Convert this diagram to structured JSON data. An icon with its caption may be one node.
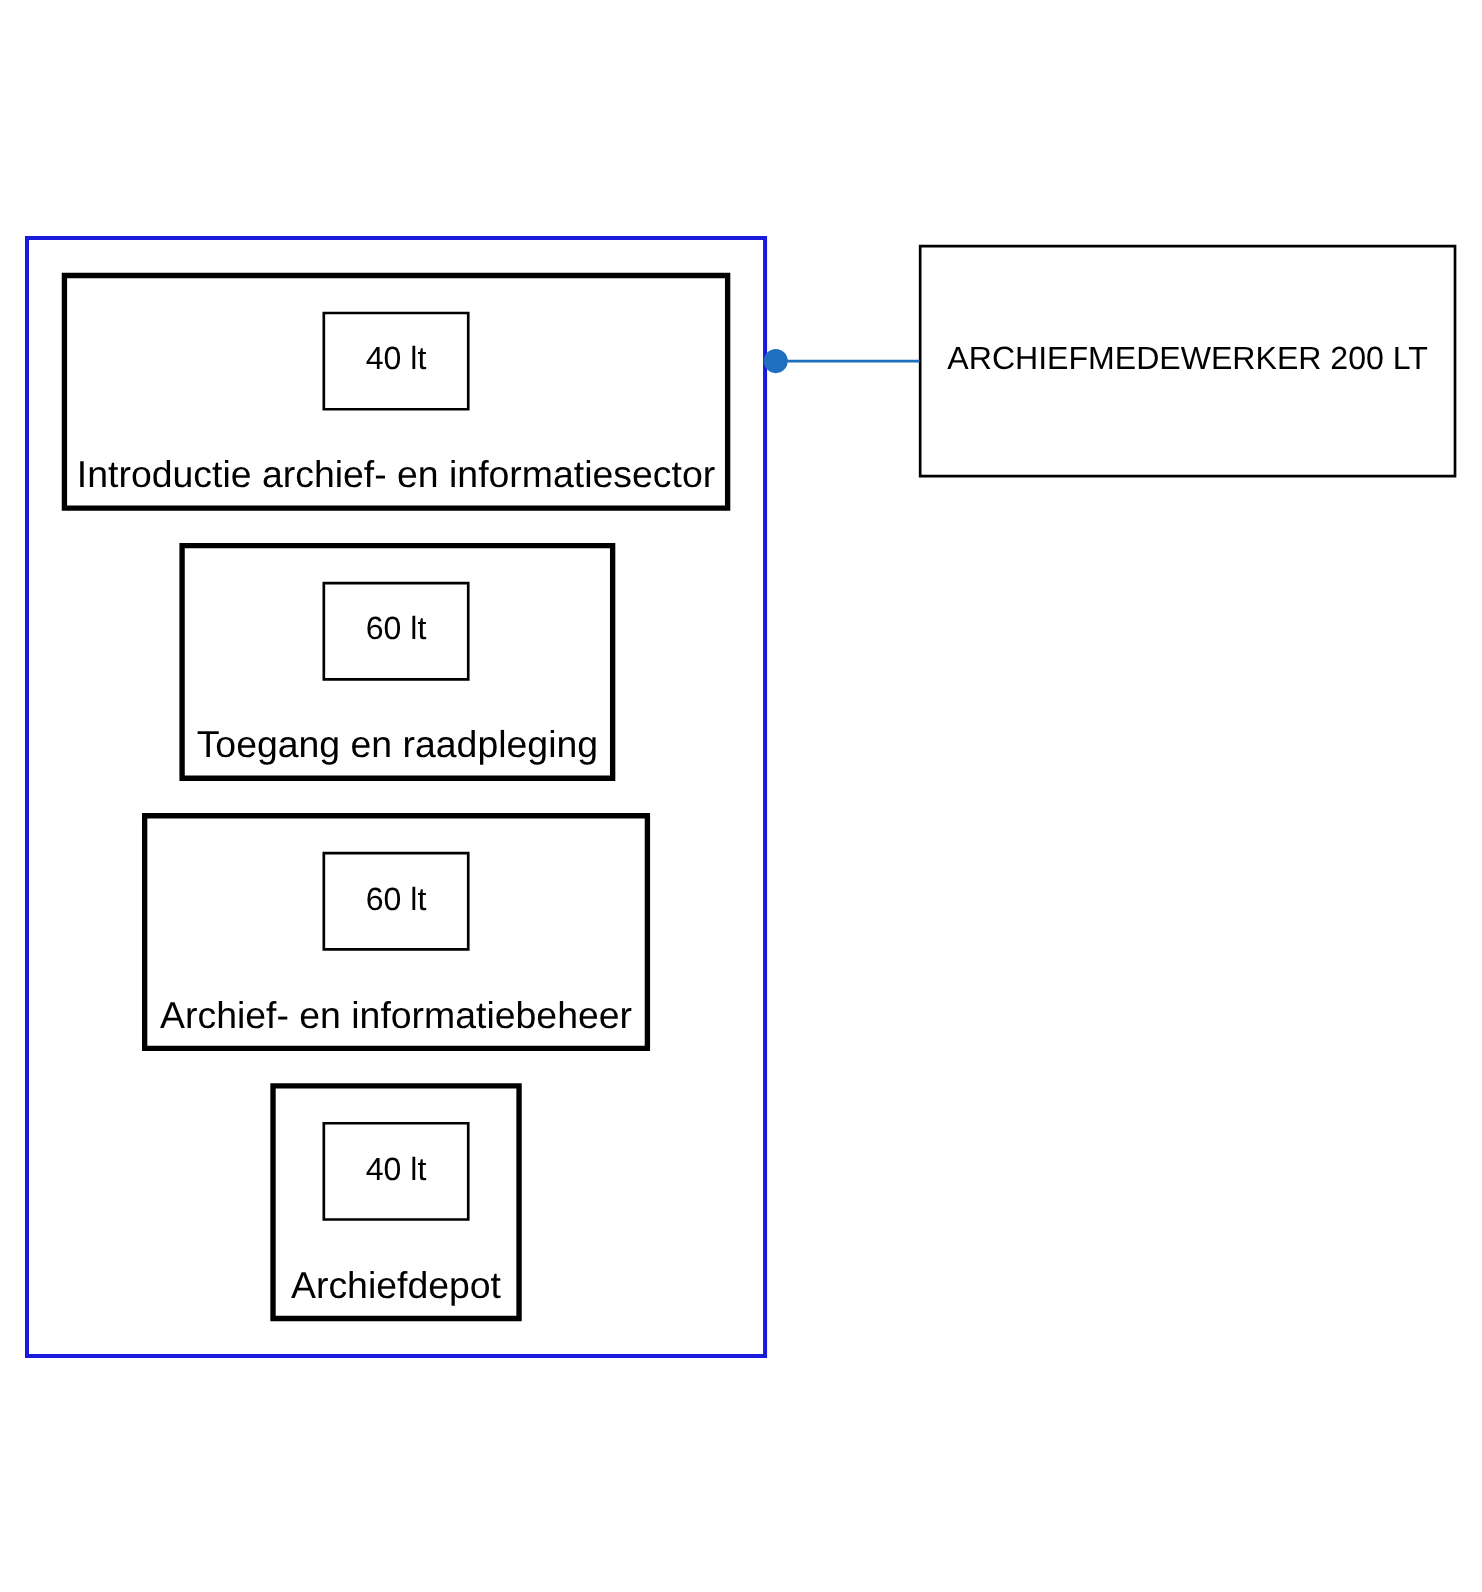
{
  "diagram": {
    "nodes": [
      {
        "text": [],
        "shape": "box"
      },
      {
        "text": [
          "Introductie archief- en informatiesector"
        ],
        "in": 0
      },
      {
        "text": [
          "40 lt"
        ],
        "in": 1
      },
      {
        "text": [
          "Toegang en raadpleging"
        ],
        "in": 0
      },
      {
        "text": [
          "60 lt"
        ],
        "in": 3
      },
      {
        "text": [
          "Archief- en informatiebeheer"
        ],
        "in": 0
      },
      {
        "text": [
          "60 lt"
        ],
        "in": 5
      },
      {
        "text": [
          "Archiefdepot"
        ],
        "in": 0
      },
      {
        "text": [
          "40 lt"
        ],
        "in": 7
      },
      {
        "text": [
          "ARCHIEFMEDEWERKER 200 LT"
        ]
      }
    ],
    "edges": [
      {
        "from": 0,
        "to": 9,
        "arrow": "other",
        "color": "#1f6fbf"
      }
    ]
  }
}
